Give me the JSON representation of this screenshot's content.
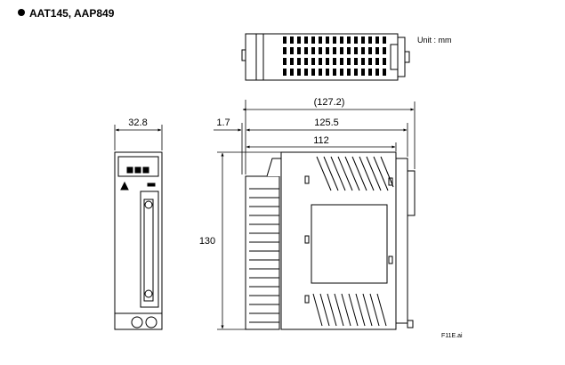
{
  "header": {
    "title": "AAT145, AAP849"
  },
  "unit_label": "Unit : mm",
  "dimensions": {
    "front_width": "32.8",
    "offset": "1.7",
    "overall_depth": "(127.2)",
    "depth": "125.5",
    "inner_depth": "112",
    "height": "130"
  },
  "file_label": "F11E.ai"
}
